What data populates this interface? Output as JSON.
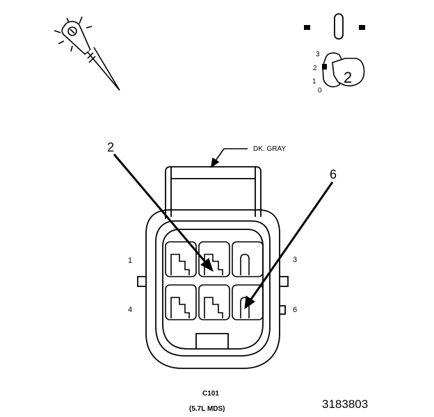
{
  "colors": {
    "line": "#000000",
    "background": "#ffffff"
  },
  "icons": {
    "probe": "test-probe-icon",
    "ignition": "ignition-switch-icon",
    "key_position": "2"
  },
  "ignition_positions": [
    "3",
    "2",
    "1",
    "0"
  ],
  "wire_color_label": "DK. GRAY",
  "callouts": {
    "left": "2",
    "right": "6"
  },
  "pin_labels": {
    "top_left": "1",
    "top_right": "3",
    "bottom_left": "4",
    "bottom_right": "6"
  },
  "connector": {
    "name": "C101",
    "variant": "(5.7L MDS)"
  },
  "figure_id": "3183803"
}
